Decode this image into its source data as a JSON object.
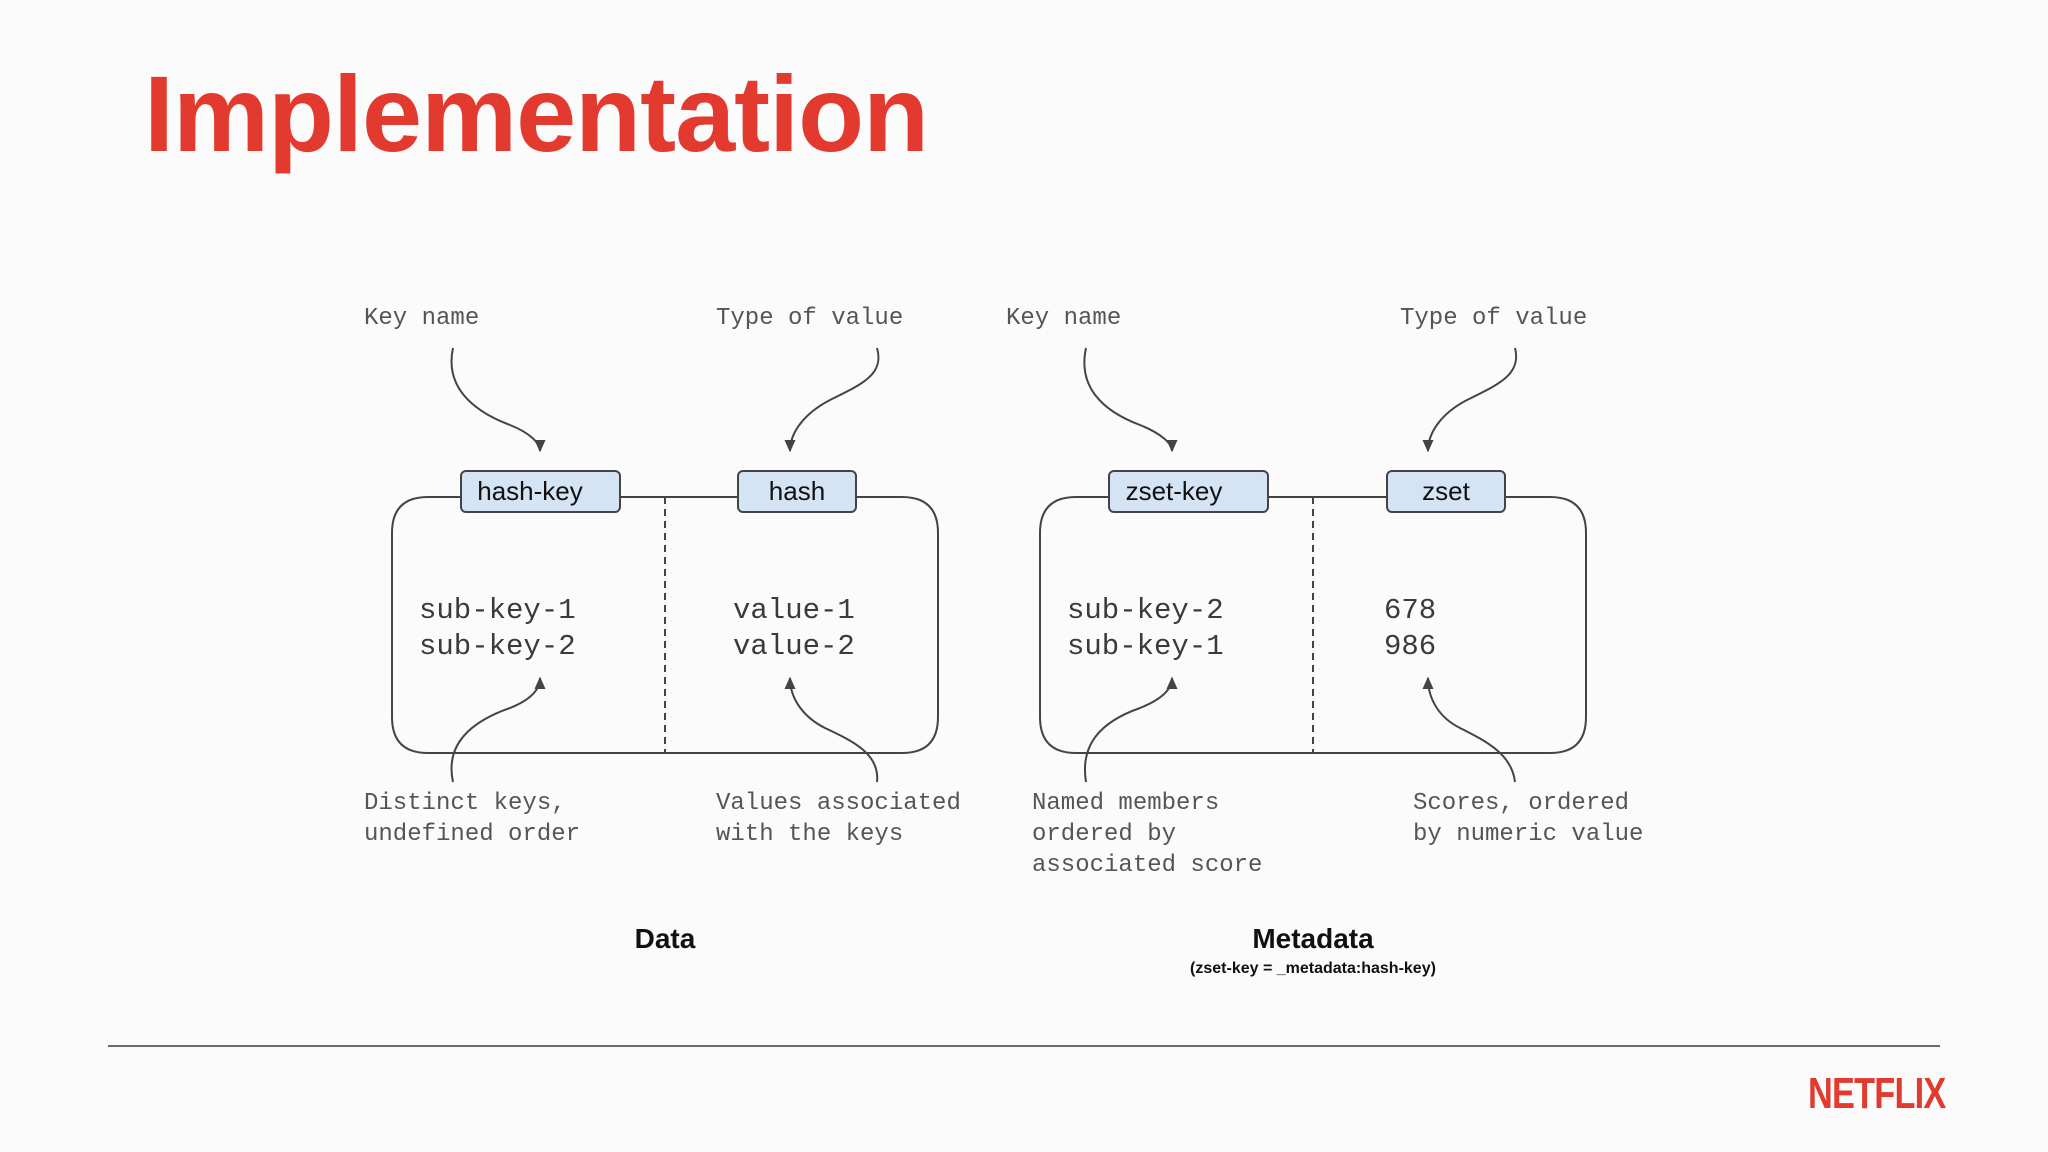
{
  "title": "Implementation",
  "colors": {
    "brand": "#e33a2f",
    "label_box_fill": "#d4e4f4",
    "stroke": "#444444",
    "annotation_text": "#555555",
    "body_text": "#3a3a3a"
  },
  "diagram": {
    "data": {
      "caption": "Data",
      "key_label": "hash-key",
      "type_label": "hash",
      "key_annotation": "Key name",
      "type_annotation": "Type of value",
      "left_lines": [
        "sub-key-1",
        "sub-key-2"
      ],
      "right_lines": [
        "value-1",
        "value-2"
      ],
      "left_annotation": [
        "Distinct keys,",
        "undefined order"
      ],
      "right_annotation": [
        "Values associated",
        "with the keys"
      ]
    },
    "metadata": {
      "caption": "Metadata",
      "subcaption": "(zset-key = _metadata:hash-key)",
      "key_label": "zset-key",
      "type_label": "zset",
      "key_annotation": "Key name",
      "type_annotation": "Type of value",
      "left_lines": [
        "sub-key-2",
        "sub-key-1"
      ],
      "right_lines": [
        "678",
        "986"
      ],
      "left_annotation": [
        "Named members",
        "ordered by",
        "associated score"
      ],
      "right_annotation": [
        "Scores, ordered",
        "by numeric value"
      ]
    }
  },
  "footer": {
    "logo": "NETFLIX"
  }
}
